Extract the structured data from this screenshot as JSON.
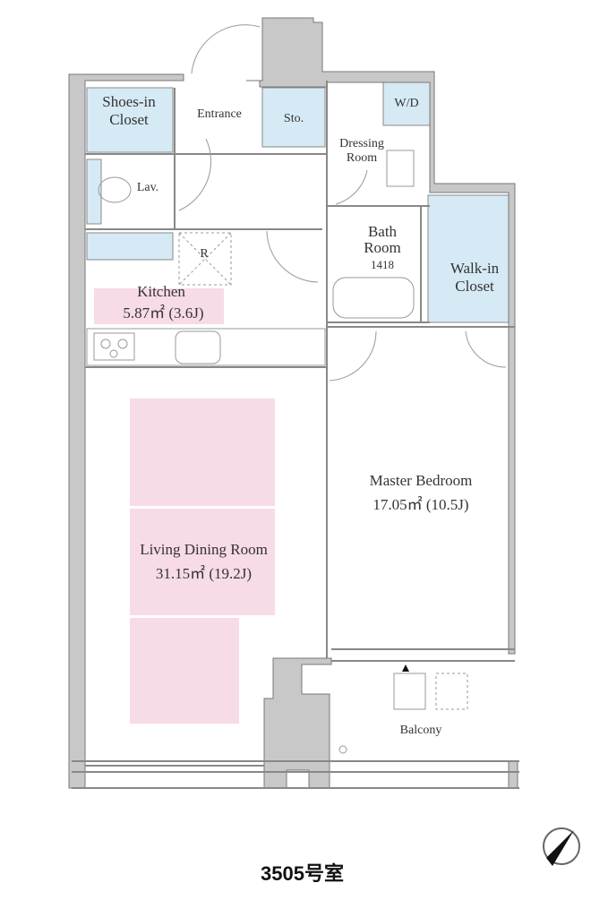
{
  "colors": {
    "wall": "#c8c8c8",
    "line": "#777777",
    "closet": "#d6eaf5",
    "pink": "#f7dbe6"
  },
  "rooms": {
    "shoes_closet": "Shoes-in\nCloset",
    "entrance": "Entrance",
    "storage": "Sto.",
    "wd": "W/D",
    "dressing_room": "Dressing\nRoom",
    "lavatory": "Lav.",
    "refrigerator": "R",
    "bath_room": "Bath\nRoom",
    "bath_size": "1418",
    "walkin_closet": "Walk-in\nCloset",
    "kitchen": {
      "name": "Kitchen",
      "area": "5.87㎡  (3.6J)"
    },
    "master_bedroom": {
      "name": "Master Bedroom",
      "area": "17.05㎡  (10.5J)"
    },
    "living_dining": {
      "name": "Living Dining Room",
      "area": "31.15㎡  (19.2J)"
    },
    "balcony": "Balcony"
  },
  "unit_number": "3505号室",
  "compass": "north-arrow-icon"
}
